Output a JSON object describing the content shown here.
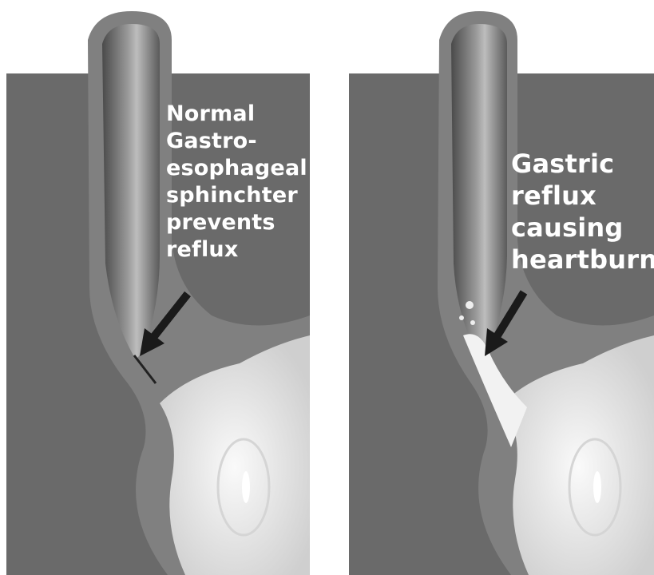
{
  "panels": [
    {
      "label_lines": [
        "Normal",
        "Gastro-",
        "esophageal",
        "sphinchter",
        "prevents",
        "reflux"
      ]
    },
    {
      "label_lines": [
        "Gastric",
        "reflux",
        "causing",
        "heartburn"
      ]
    }
  ],
  "colors": {
    "background": "#ffffff",
    "body_cavity": "#6a6a6a",
    "wall": "#808080",
    "lumen": "#4b4b4b",
    "stomach_interior": "#e6e6e6",
    "acid": "#f2f2f2",
    "arrow": "#1a1a1a",
    "text": "#ffffff"
  }
}
